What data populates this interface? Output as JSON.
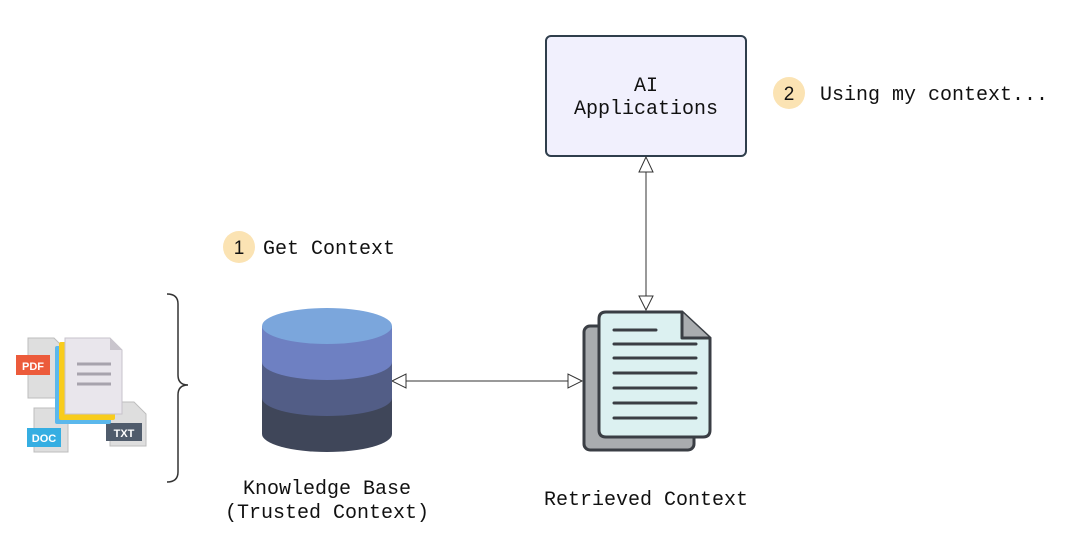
{
  "nodes": {
    "ai_app": {
      "line1": "AI",
      "line2": "Applications"
    },
    "knowledge_base": {
      "line1": "Knowledge Base",
      "line2": "(Trusted Context)"
    },
    "retrieved": {
      "label": "Retrieved Context"
    }
  },
  "steps": [
    {
      "number": "1",
      "label": "Get Context"
    },
    {
      "number": "2",
      "label": "Using my context..."
    }
  ],
  "file_tags": {
    "pdf": "PDF",
    "doc": "DOC",
    "txt": "TXT"
  },
  "colors": {
    "ai_box_fill": "#f1f0fd",
    "ai_box_stroke": "#2f3e4c",
    "badge_fill": "#fbe3b3",
    "db_top": "#7ba6dc",
    "db_band1": "#6e80c2",
    "db_band2": "#525d86",
    "db_band3": "#3f4659",
    "doc_page": "#dcf1f1",
    "doc_back": "#a9acaf",
    "doc_stroke": "#3a3e44",
    "pdf_tag": "#ec5b3b",
    "doc_tag": "#35aee2",
    "txt_tag": "#505c6c"
  }
}
